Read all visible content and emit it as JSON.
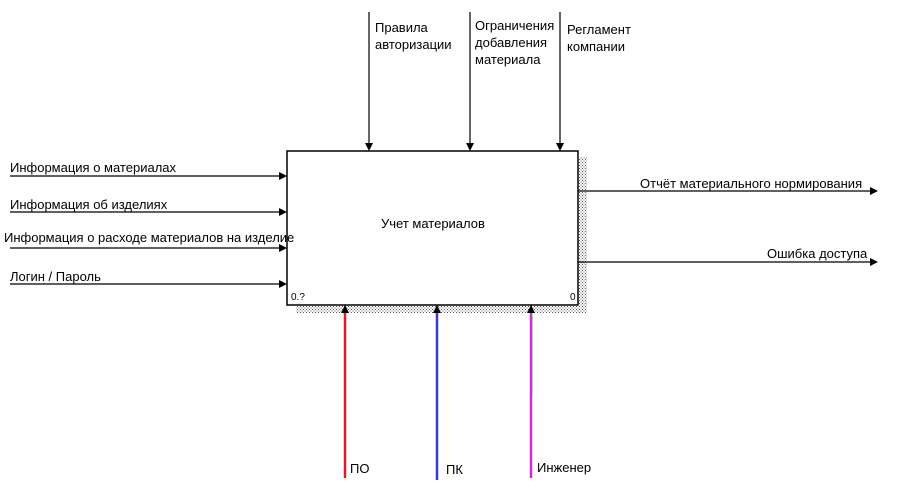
{
  "diagram": {
    "box": {
      "title": "Учет материалов",
      "node_left": "0.?",
      "node_right": "0"
    },
    "inputs": [
      "Информация о материалах",
      "Информация об изделиях",
      "Информация о расходе материалов на изделие",
      "Логин / Пароль"
    ],
    "controls": [
      "Правила авторизации",
      "Ограничения добавления материала",
      "Регламент компании"
    ],
    "outputs": [
      "Отчёт материального нормирования",
      "Ошибка доступа"
    ],
    "mechanisms": [
      {
        "label": "ПО",
        "color": "#e01b24"
      },
      {
        "label": "ПК",
        "color": "#3a3ad0"
      },
      {
        "label": "Инженер",
        "color": "#d42ad4"
      }
    ]
  }
}
